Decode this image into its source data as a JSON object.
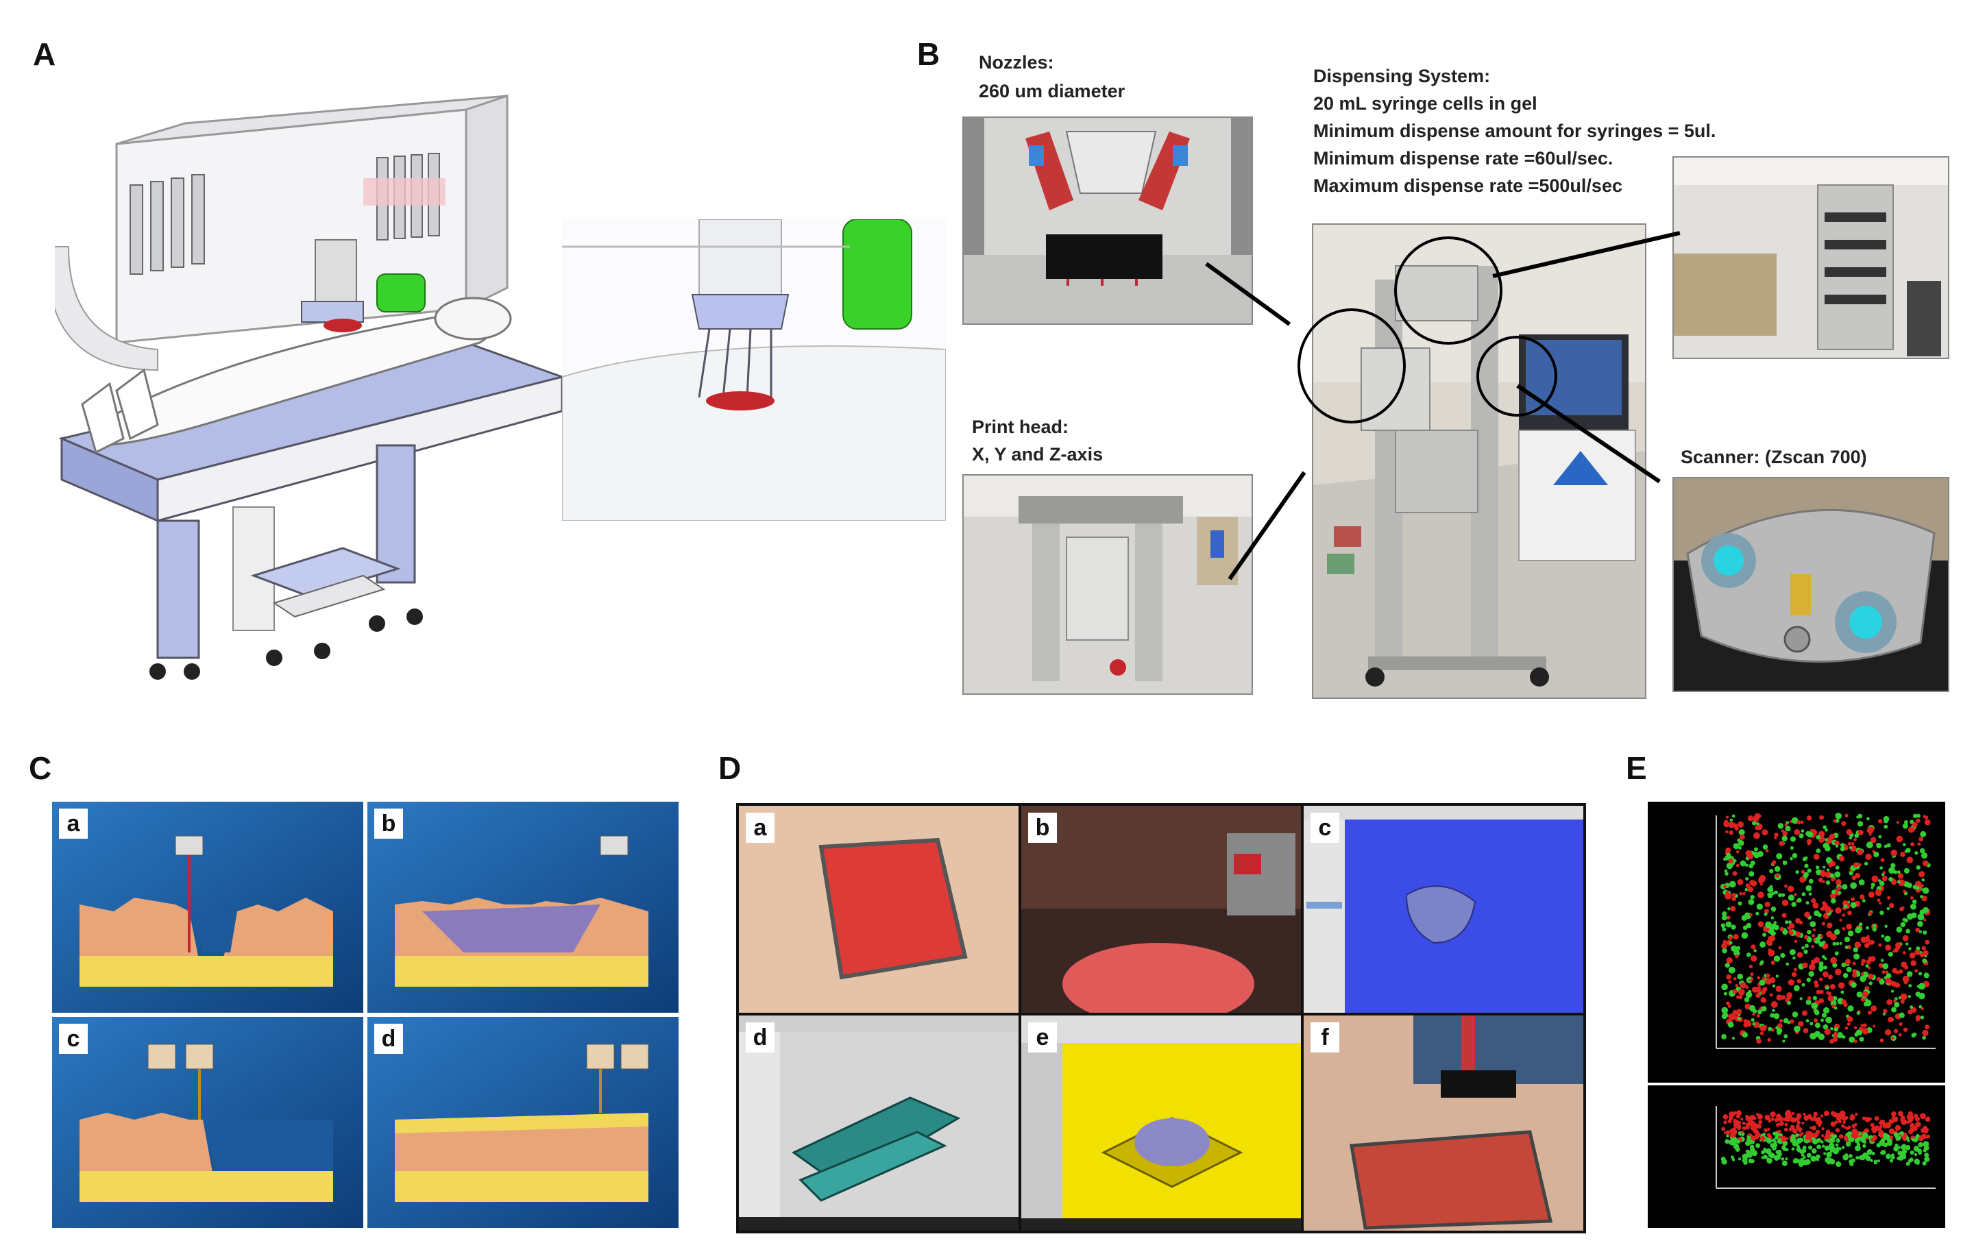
{
  "panels": {
    "A": {
      "letter": "A"
    },
    "B": {
      "letter": "B",
      "nozzles_caption": [
        "Nozzles:",
        "260 um diameter"
      ],
      "dispensing_caption": [
        "Dispensing System:",
        "20 mL syringe cells in gel",
        "Minimum dispense amount for syringes = 5ul.",
        "Minimum dispense rate =60ul/sec.",
        "Maximum dispense rate =500ul/sec"
      ],
      "printhead_caption": [
        "Print head:",
        "X, Y and Z-axis"
      ],
      "scanner_caption": "Scanner: (Zscan 700)"
    },
    "C": {
      "letter": "C",
      "sub_labels": [
        "a",
        "b",
        "c",
        "d"
      ]
    },
    "D": {
      "letter": "D",
      "sub_labels": [
        "a",
        "b",
        "c",
        "d",
        "e",
        "f"
      ]
    },
    "E": {
      "letter": "E"
    }
  },
  "colors": {
    "figure_bg": "#ffffff",
    "schematic_blue": "#1c5a9c",
    "tissue_orange": "#e8a578",
    "fat_yellow": "#f1d85b",
    "wound_red": "#c4262d",
    "cell_green": "#33cc33",
    "cell_red": "#dd2222"
  }
}
